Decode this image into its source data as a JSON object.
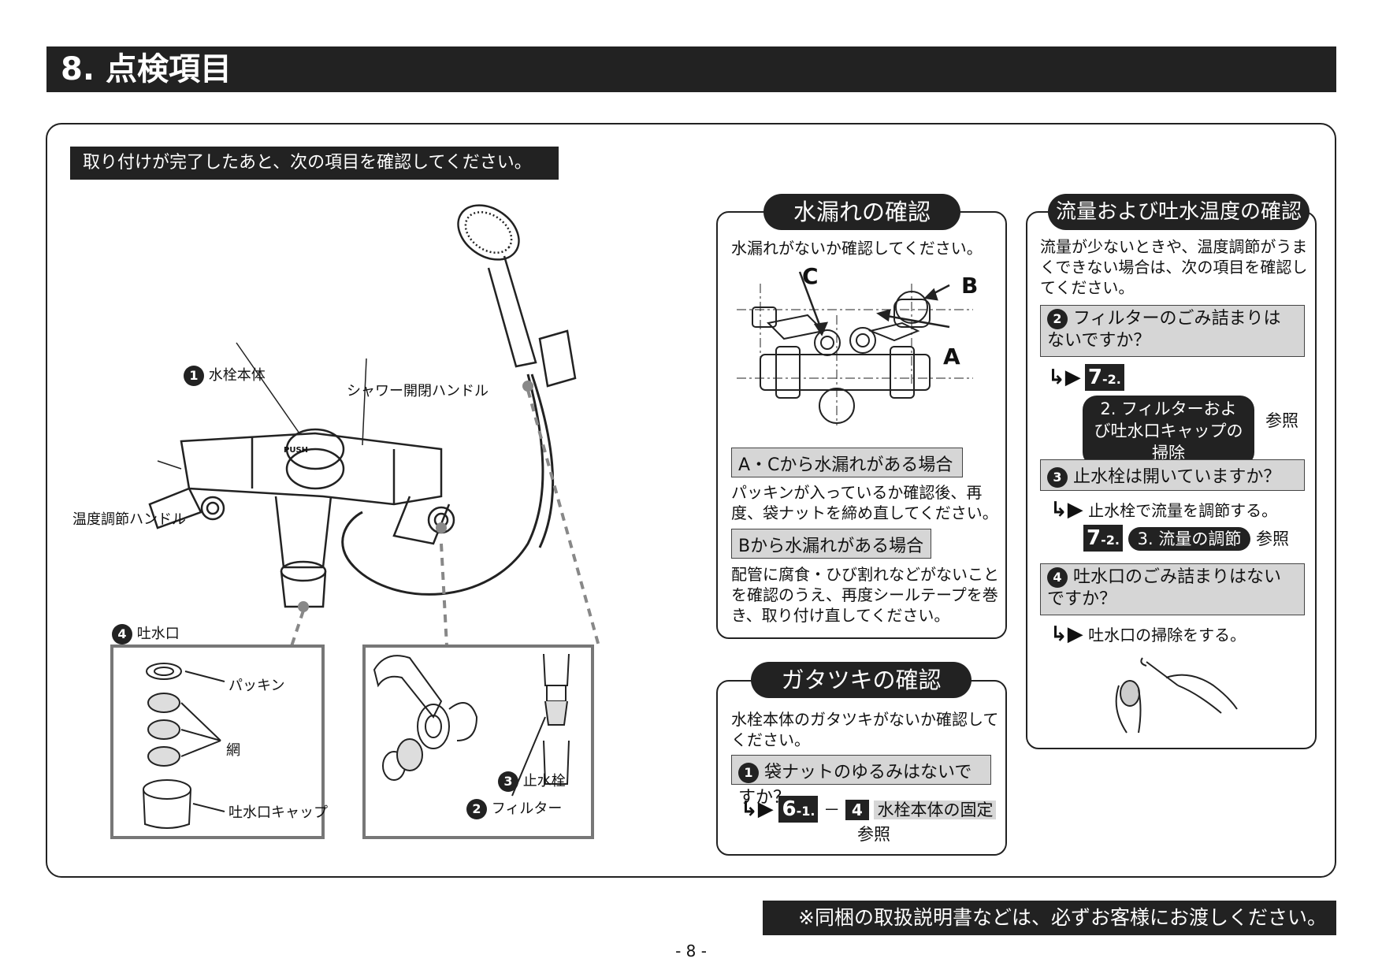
{
  "title": "8. 点検項目",
  "intro": "取り付けが完了したあと、次の項目を確認してください。",
  "illustration": {
    "label_body_num": "1",
    "label_body": "水栓本体",
    "label_shower_handle": "シャワー開閉ハンドル",
    "label_temp_handle": "温度調節ハンドル",
    "label_spout_num": "4",
    "label_spout": "吐水口",
    "label_packing": "パッキン",
    "label_mesh": "網",
    "label_cap": "吐水口キャップ",
    "label_stop_num": "3",
    "label_stop": "止水栓",
    "label_filter_num": "2",
    "label_filter": "フィルター",
    "push_text": "PUSH"
  },
  "leak": {
    "heading": "水漏れの確認",
    "desc": "水漏れがないか確認してください。",
    "label_a": "A",
    "label_b": "B",
    "label_c": "C",
    "case_ac": "A・Cから水漏れがある場合",
    "case_ac_text": "パッキンが入っているか確認後、再度、袋ナットを締め直してください。",
    "case_b": "Bから水漏れがある場合",
    "case_b_text": "配管に腐食・ひび割れなどがないことを確認のうえ、再度シールテープを巻き、取り付け直してください。"
  },
  "rattle": {
    "heading": "ガタツキの確認",
    "desc": "水栓本体のガタツキがないか確認してください。",
    "q1_num": "1",
    "q1": "袋ナットのゆるみはないですか？",
    "ref_main": "6",
    "ref_sub": "-1.",
    "dash": "－",
    "ref_num": "4",
    "ref_title": "水栓本体の固定",
    "ref_suffix": "参照"
  },
  "flow": {
    "heading": "流量および吐水温度の確認",
    "desc": "流量が少ないときや、温度調節がうまくできない場合は、次の項目を確認してください。",
    "q2_num": "2",
    "q2": "フィルターのごみ詰まりはないですか？",
    "q2_ref_main": "7",
    "q2_ref_sub": "-2.",
    "q2_pill": "2. フィルターおよび吐水口キャップの掃除",
    "q2_suffix": "参照",
    "q3_num": "3",
    "q3": "止水栓は開いていますか？",
    "q3_action": "止水栓で流量を調節する。",
    "q3_ref_main": "7",
    "q3_ref_sub": "-2.",
    "q3_pill": "3. 流量の調節",
    "q3_suffix": "参照",
    "q4_num": "4",
    "q4": "吐水口のごみ詰まりはないですか？",
    "q4_action": "吐水口の掃除をする。"
  },
  "footer_notice": "※同梱の取扱説明書などは、必ずお客様にお渡しください。",
  "page_number": "- 8 -"
}
